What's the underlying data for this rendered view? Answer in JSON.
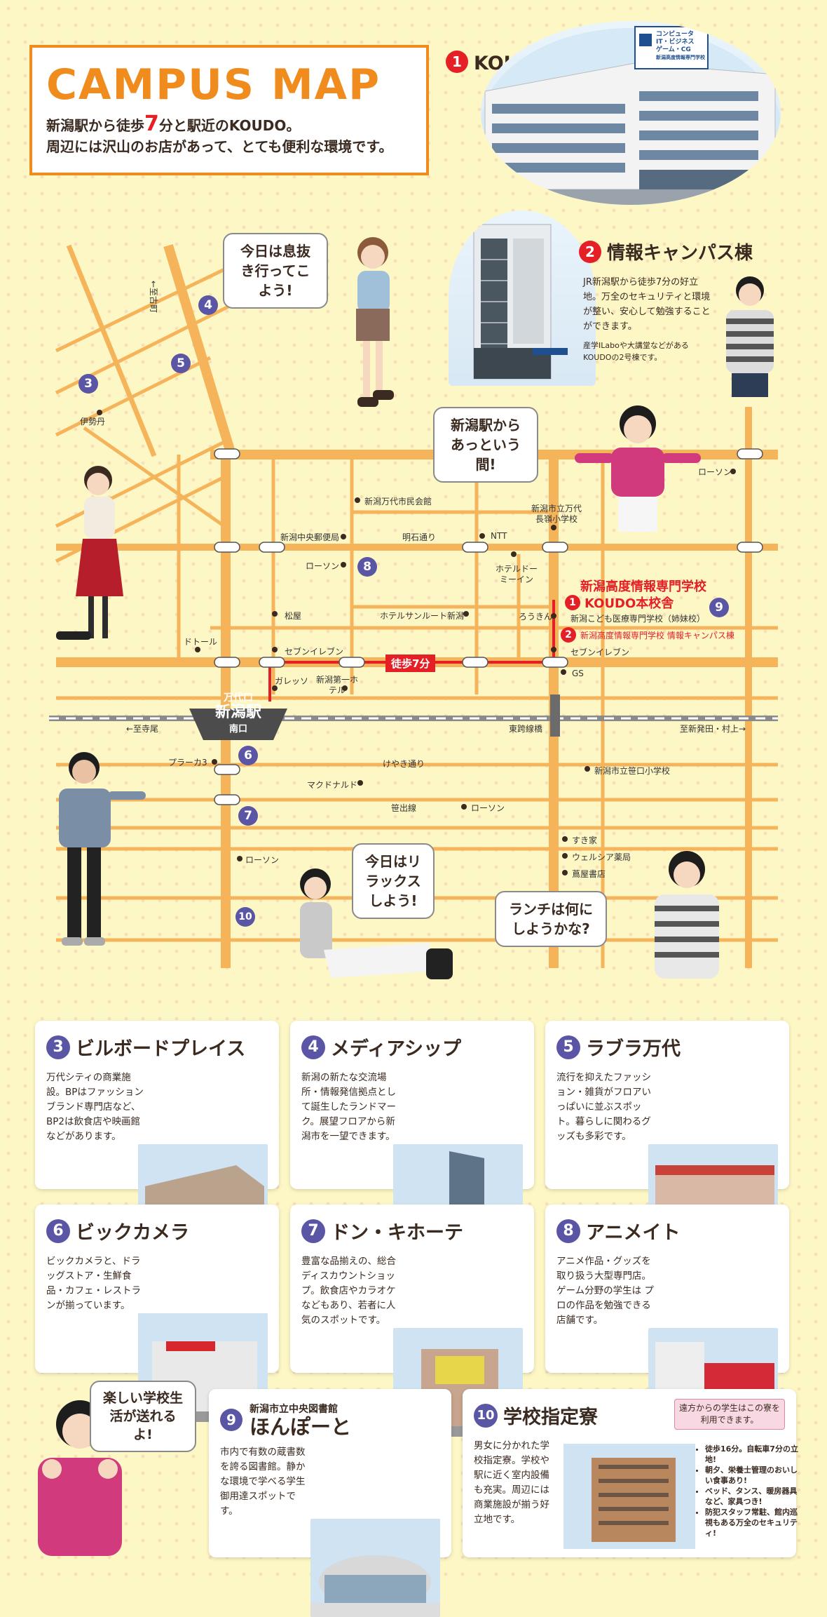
{
  "header": {
    "title": "CAMPUS MAP",
    "line1_pre": "新潟駅から徒歩",
    "line1_num": "7",
    "line1_post": "分と駅近のKOUDO。",
    "line2": "周辺には沢山のお店があって、とても便利な環境です。"
  },
  "main_campus": {
    "num": "1",
    "name": "KOUDO本校舎",
    "sign_lines": [
      "コンピュータ",
      "IT・ビジネス",
      "ゲーム・CG",
      "新潟高度情報専門学校"
    ]
  },
  "info_campus": {
    "num": "2",
    "name": "情報キャンパス棟",
    "desc": "JR新潟駅から徒歩7分の好立地。万全のセキュリティと環境が整い、安心して勉強することができます。",
    "note": "産学ILaboや大講堂などがあるKOUDOの2号棟です。"
  },
  "bubbles": {
    "b1": "今日は息抜き行ってこよう!",
    "b2": "新潟駅からあっという間!",
    "b3": "今日はリラックスしよう!",
    "b4": "ランチは何にしようかな?",
    "b5": "楽しい学校生活が送れるよ!"
  },
  "map": {
    "labels": {
      "to_koide": "←至古町",
      "isetan": "伊勢丹",
      "bandai_hall": "新潟万代市民会館",
      "central_post": "新潟中央郵便局",
      "akashi_st": "明石通り",
      "ntt": "NTT",
      "bandai_elem": "新潟市立万代長嶺小学校",
      "lawson1": "ローソン",
      "lawson2": "ローソン",
      "lawson3": "ローソン",
      "lawson4": "ローソン",
      "hotel_dormy": "ホテルドーミーイン",
      "matsuya": "松屋",
      "hotel_sunroute": "ホテルサンルート新潟",
      "rokin": "ろうきん",
      "school_name": "新潟高度情報専門学校",
      "school_campus": "KOUDO本校舎",
      "kodomo": "新潟こども医療専門学校（姉妹校）",
      "info_campus_map": "新潟高度情報専門学校 情報キャンパス棟",
      "doutor": "ドトール",
      "seven1": "セブンイレブン",
      "seven2": "セブンイレブン",
      "walk7": "徒歩7分",
      "gas_station": "GS",
      "garretsu": "ガレッソ",
      "niigata_daiichi": "新潟第一ホテル",
      "station_top": "万代口",
      "station_name": "新潟駅",
      "station_bottom": "南口",
      "to_teradomari": "←至寺尾",
      "higashi_kosen": "東跨線橋",
      "to_shibata": "至新発田・村上→",
      "plaka3": "プラーカ3",
      "keyaki": "けやき通り",
      "sasaguchi_elem": "新潟市立笹口小学校",
      "mcdonalds": "マクドナルド",
      "sasade": "笹出線",
      "sukiya": "すき家",
      "welcia": "ウェルシア薬局",
      "tsutaya": "蔦屋書店"
    },
    "markers": [
      "3",
      "4",
      "5",
      "6",
      "7",
      "8",
      "9",
      "10"
    ]
  },
  "cards": [
    {
      "num": "3",
      "name": "ビルボードプレイス",
      "desc": "万代シティの商業施設。BPはファッションブランド専門店など、BP2は飲食店や映画館などがあります。"
    },
    {
      "num": "4",
      "name": "メディアシップ",
      "desc": "新潟の新たな交流場所・情報発信拠点として誕生したランドマーク。展望フロアから新潟市を一望できます。"
    },
    {
      "num": "5",
      "name": "ラブラ万代",
      "desc": "流行を抑えたファッション・雑貨がフロアいっぱいに並ぶスポット。暮らしに関わるグッズも多彩です。"
    },
    {
      "num": "6",
      "name": "ビックカメラ",
      "desc": "ビックカメラと、ドラッグストア・生鮮食品・カフェ・レストランが揃っています。"
    },
    {
      "num": "7",
      "name": "ドン・キホーテ",
      "desc": "豊富な品揃えの、総合ディスカウントショップ。飲食店やカラオケなどもあり、若者に人気のスポットです。"
    },
    {
      "num": "8",
      "name": "アニメイト",
      "desc": "アニメ作品・グッズを取り扱う大型専門店。ゲーム分野の学生は プロの作品を勉強できる店舗です。"
    }
  ],
  "library": {
    "num": "9",
    "sub": "新潟市立中央図書館",
    "name": "ほんぽーと",
    "desc": "市内で有数の蔵書数を誇る図書館。静かな環境で学べる学生御用達スポットです。"
  },
  "dorm": {
    "num": "10",
    "name": "学校指定寮",
    "badge": "遠方からの学生はこの寮を利用できます。",
    "desc": "男女に分かれた学校指定寮。学校や駅に近く室内設備も充実。周辺には商業施設が揃う好立地です。",
    "points": [
      "徒歩16分。自転車7分の立地!",
      "朝夕、栄養士管理のおいしい食事あり!",
      "ベッド、タンス、暖房器具など、家具つき!",
      "防犯スタッフ常駐、館内巡視もある万全のセキュリティ!"
    ]
  },
  "colors": {
    "accent_orange": "#f08c1e",
    "red": "#e41f26",
    "purple": "#5a55a4",
    "road": "#f5b35a",
    "background": "#fdf7c6"
  }
}
